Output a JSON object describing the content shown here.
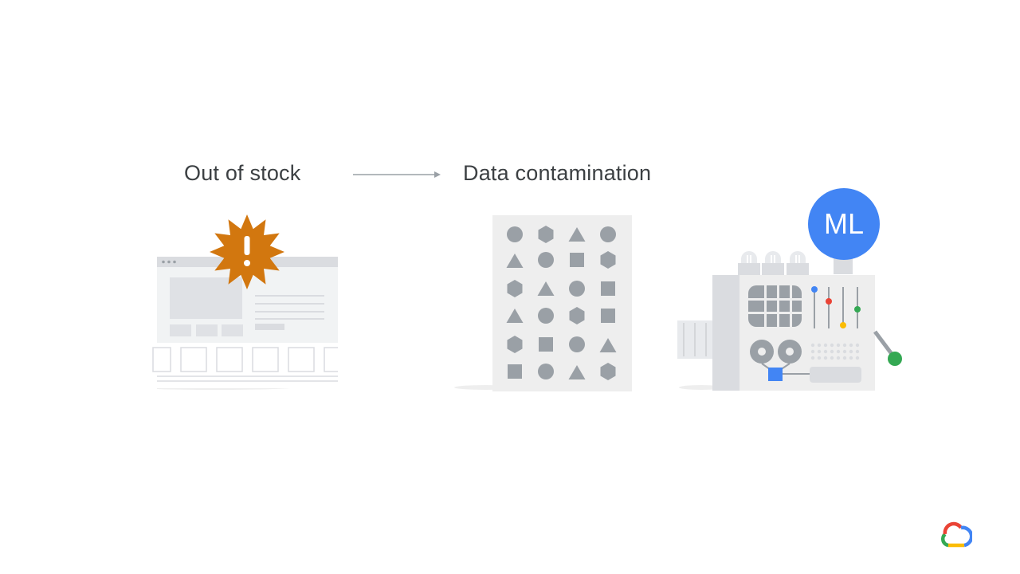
{
  "labels": {
    "left": "Out of stock",
    "right": "Data contamination"
  },
  "badge": {
    "text": "ML"
  },
  "icons": {
    "arrow": "right-arrow-icon",
    "warning": "exclamation-burst-icon",
    "browser": "web-page-illustration",
    "shapes_grid": "shapes-grid-illustration",
    "machine": "ml-machine-illustration",
    "logo": "google-cloud-logo-icon"
  },
  "colors": {
    "text": "#3c4043",
    "warning": "#d2770f",
    "badge": "#4285f4",
    "shape_gray": "#9aa0a6",
    "panel": "#e8eaed",
    "accent_blue": "#4285f4",
    "accent_red": "#ea4335",
    "accent_yellow": "#fbbc04",
    "accent_green": "#34a853"
  }
}
